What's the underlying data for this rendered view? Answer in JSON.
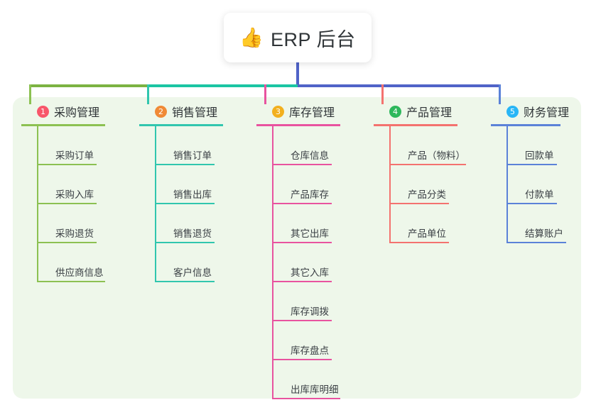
{
  "title": {
    "emoji": "👍",
    "emoji_name": "thumbs-up-icon",
    "text": "ERP 后台"
  },
  "colors": {
    "panel_background": "#eef7ea",
    "page_background": "#ffffff",
    "title_connector": "#5063c8",
    "trunk_bar_left": "#7cb342",
    "trunk_bar_mid": "#1bc5a3",
    "trunk_bar_right": "#5063c8"
  },
  "columns": [
    {
      "number": "1",
      "badge_color": "#f8566a",
      "accent": "#8cc152",
      "title": "采购管理",
      "items": [
        {
          "label": "采购订单"
        },
        {
          "label": "采购入库"
        },
        {
          "label": "采购退货"
        },
        {
          "label": "供应商信息"
        }
      ]
    },
    {
      "number": "2",
      "badge_color": "#f08a36",
      "accent": "#31c6ae",
      "title": "销售管理",
      "items": [
        {
          "label": "销售订单"
        },
        {
          "label": "销售出库"
        },
        {
          "label": "销售退货"
        },
        {
          "label": "客户信息"
        }
      ]
    },
    {
      "number": "3",
      "badge_color": "#f2b01e",
      "accent": "#e8539f",
      "title": "库存管理",
      "items": [
        {
          "label": "仓库信息"
        },
        {
          "label": "产品库存"
        },
        {
          "label": "其它出库"
        },
        {
          "label": "其它入库"
        },
        {
          "label": "库存调拨"
        },
        {
          "label": "库存盘点"
        },
        {
          "label": "出库库明细"
        }
      ]
    },
    {
      "number": "4",
      "badge_color": "#2eb85c",
      "accent": "#f4726f",
      "title": "产品管理",
      "items": [
        {
          "label": "产品（物料）"
        },
        {
          "label": "产品分类"
        },
        {
          "label": "产品单位"
        }
      ]
    },
    {
      "number": "5",
      "badge_color": "#29b6f6",
      "accent": "#5b82d8",
      "title": "财务管理",
      "items": [
        {
          "label": "回款单"
        },
        {
          "label": "付款单"
        },
        {
          "label": "结算账户"
        }
      ]
    }
  ]
}
